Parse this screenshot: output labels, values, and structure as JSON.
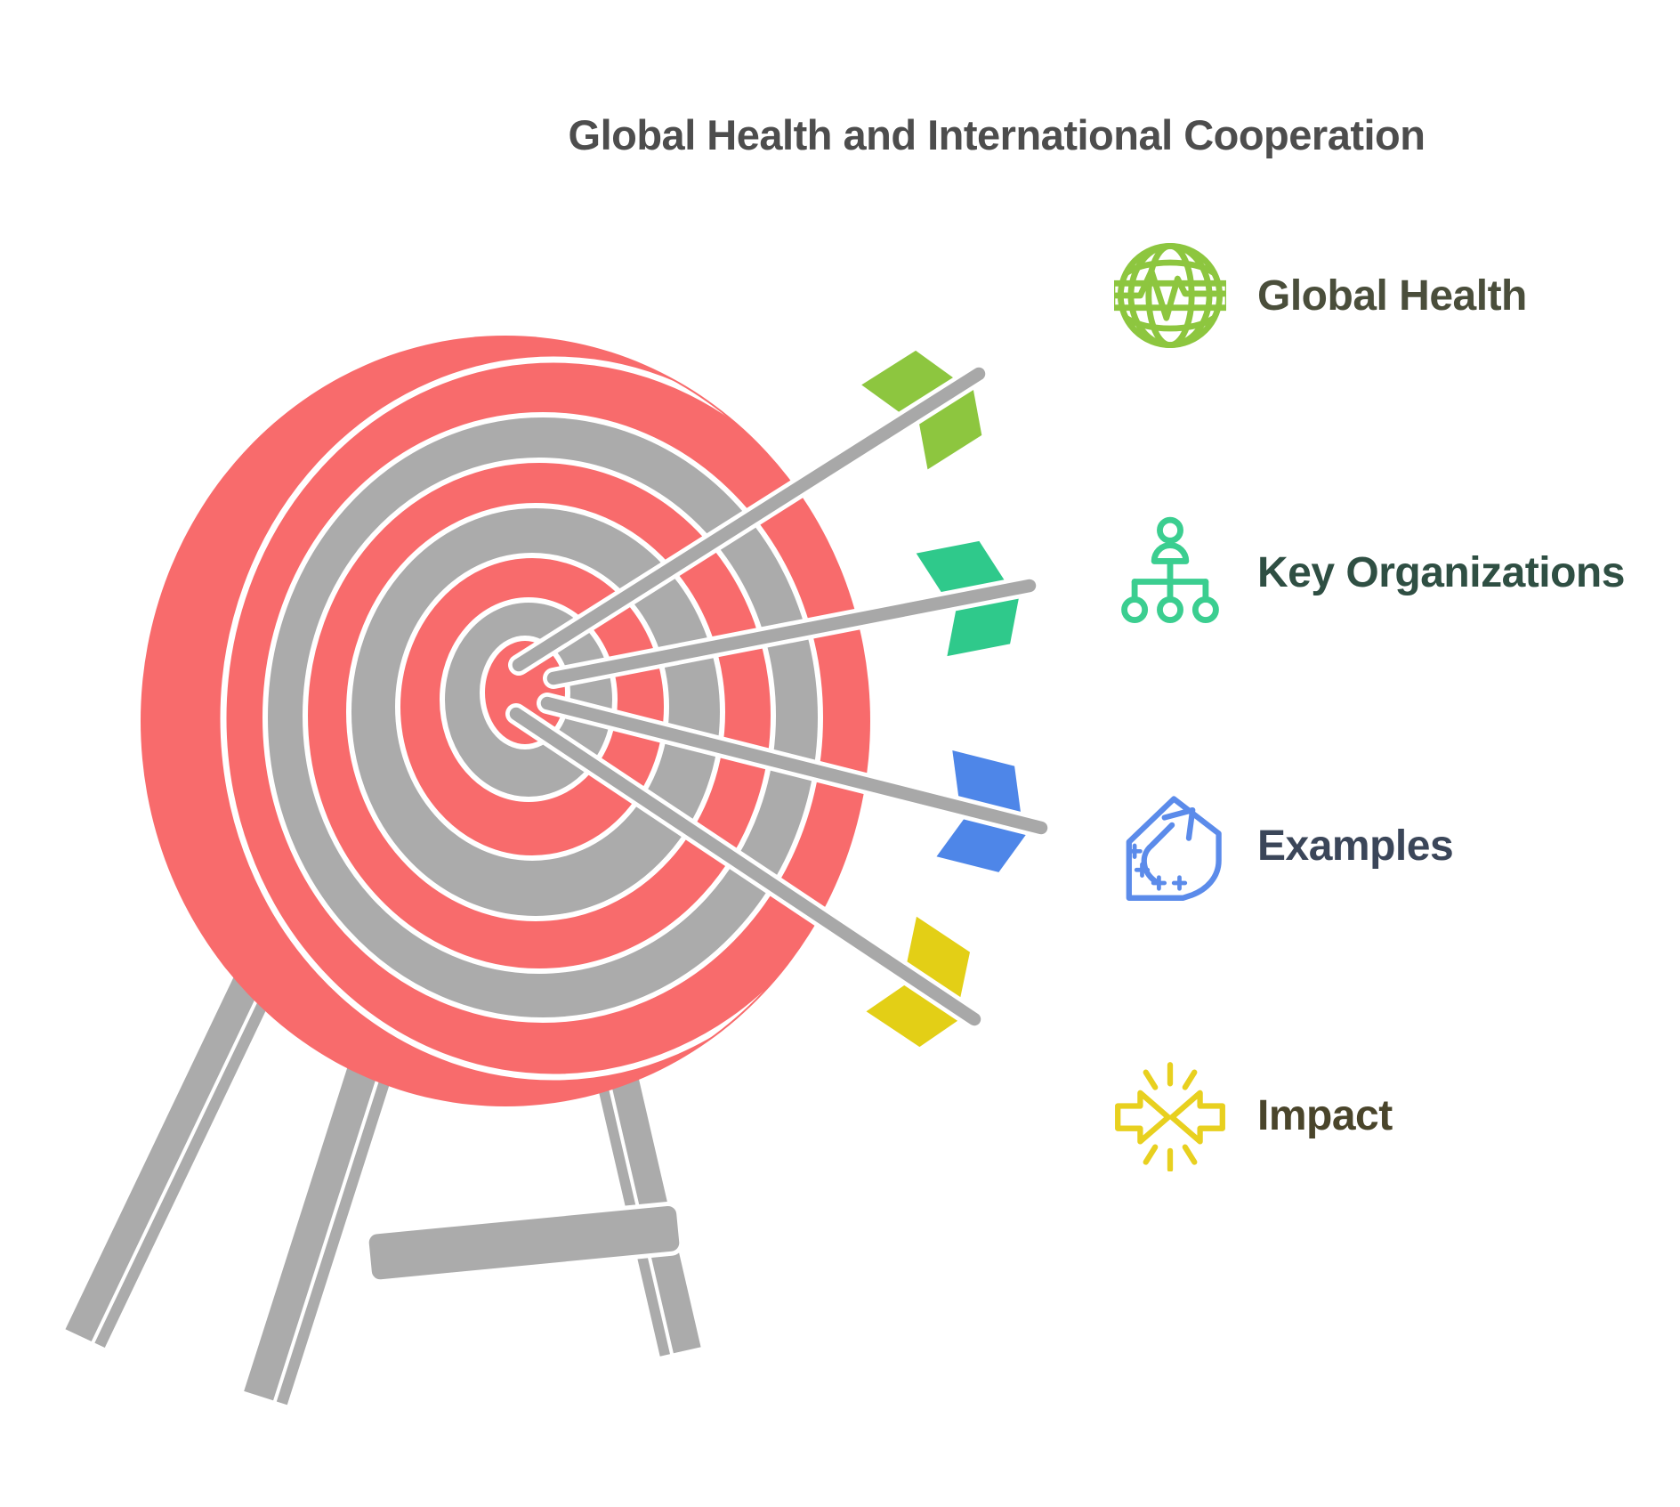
{
  "title": {
    "text": "Global Health and International Cooperation",
    "color": "#4D4D4D"
  },
  "legend": {
    "items": [
      {
        "label": "Global Health",
        "label_color": "#4A4E3B",
        "icon": "globe-pulse-icon",
        "icon_color": "#8DC63F"
      },
      {
        "label": "Key Organizations",
        "label_color": "#2F4F43",
        "icon": "org-chart-icon",
        "icon_color": "#3BCE90"
      },
      {
        "label": "Examples",
        "label_color": "#3B4659",
        "icon": "arrow-up-right-tag-icon",
        "icon_color": "#5B8BEA"
      },
      {
        "label": "Impact",
        "label_color": "#4A452B",
        "icon": "colliding-arrows-icon",
        "icon_color": "#E8D01F"
      }
    ]
  },
  "target": {
    "red": "#F86B6C",
    "gray": "#ABABAB",
    "stand_gray": "#ABABAB",
    "ring_sequence": [
      "red-rim",
      "white-depth-arc",
      "gray",
      "red",
      "gray",
      "red",
      "gray",
      "red-bullseye"
    ]
  },
  "arrows": [
    {
      "name": "arrow-to-global-health",
      "fletching_color": "#8DC63F",
      "shaft_color": "#A8A8A8",
      "tip": [
        583,
        747
      ],
      "tail": [
        1100,
        420
      ]
    },
    {
      "name": "arrow-to-key-organizations",
      "fletching_color": "#2FC98B",
      "shaft_color": "#A8A8A8",
      "tip": [
        622,
        762
      ],
      "tail": [
        1157,
        658
      ]
    },
    {
      "name": "arrow-to-examples",
      "fletching_color": "#4E86E8",
      "shaft_color": "#A8A8A8",
      "tip": [
        615,
        790
      ],
      "tail": [
        1170,
        930
      ]
    },
    {
      "name": "arrow-to-impact",
      "fletching_color": "#E3CF16",
      "shaft_color": "#A8A8A8",
      "tip": [
        580,
        802
      ],
      "tail": [
        1095,
        1145
      ]
    }
  ]
}
